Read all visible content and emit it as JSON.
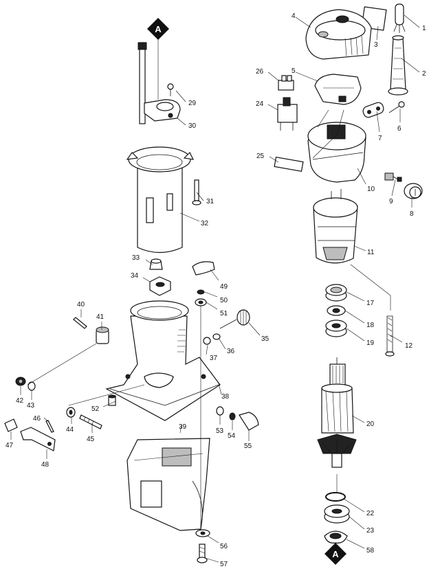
{
  "reference_marker": "A",
  "parts": [
    {
      "label": "1"
    },
    {
      "label": "2"
    },
    {
      "label": "3"
    },
    {
      "label": "4"
    },
    {
      "label": "5"
    },
    {
      "label": "6"
    },
    {
      "label": "7"
    },
    {
      "label": "8"
    },
    {
      "label": "9"
    },
    {
      "label": "10"
    },
    {
      "label": "11"
    },
    {
      "label": "12"
    },
    {
      "label": "17"
    },
    {
      "label": "18"
    },
    {
      "label": "19"
    },
    {
      "label": "20"
    },
    {
      "label": "22"
    },
    {
      "label": "23"
    },
    {
      "label": "24"
    },
    {
      "label": "25"
    },
    {
      "label": "26"
    },
    {
      "label": "29"
    },
    {
      "label": "30"
    },
    {
      "label": "31"
    },
    {
      "label": "32"
    },
    {
      "label": "33"
    },
    {
      "label": "34"
    },
    {
      "label": "35"
    },
    {
      "label": "36"
    },
    {
      "label": "37"
    },
    {
      "label": "38"
    },
    {
      "label": "39"
    },
    {
      "label": "40"
    },
    {
      "label": "41"
    },
    {
      "label": "42"
    },
    {
      "label": "43"
    },
    {
      "label": "44"
    },
    {
      "label": "45"
    },
    {
      "label": "46"
    },
    {
      "label": "47"
    },
    {
      "label": "48"
    },
    {
      "label": "49"
    },
    {
      "label": "50"
    },
    {
      "label": "51"
    },
    {
      "label": "52"
    },
    {
      "label": "53"
    },
    {
      "label": "54"
    },
    {
      "label": "55"
    },
    {
      "label": "56"
    },
    {
      "label": "57"
    },
    {
      "label": "58"
    }
  ]
}
